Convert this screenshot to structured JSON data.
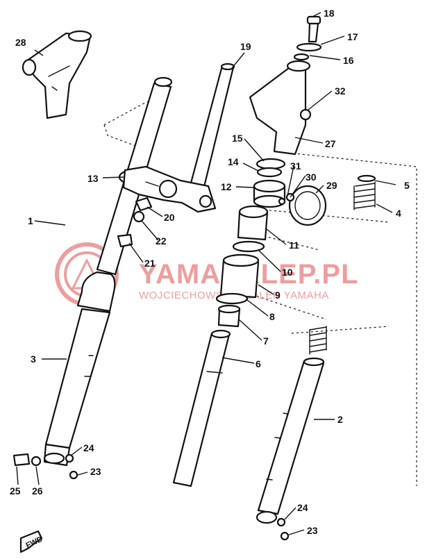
{
  "watermark": {
    "title": "YAMASKLEP.PL",
    "subtitle": "WOJCIECHOWSKI DEALER YAMAHA",
    "color": "#e05050"
  },
  "direction_tag": "FWD",
  "callouts": {
    "c1": "1",
    "c2": "2",
    "c3": "3",
    "c4": "4",
    "c5": "5",
    "c6": "6",
    "c7": "7",
    "c8": "8",
    "c9": "9",
    "c10": "10",
    "c11": "11",
    "c12": "12",
    "c13": "13",
    "c14": "14",
    "c15": "15",
    "c16": "16",
    "c17": "17",
    "c18": "18",
    "c19": "19",
    "c20": "20",
    "c21": "21",
    "c22": "22",
    "c23a": "23",
    "c23b": "23",
    "c24a": "24",
    "c24b": "24",
    "c25": "25",
    "c26": "26",
    "c27": "27",
    "c28": "28",
    "c29": "29",
    "c30": "30",
    "c31": "31",
    "c32": "32"
  }
}
